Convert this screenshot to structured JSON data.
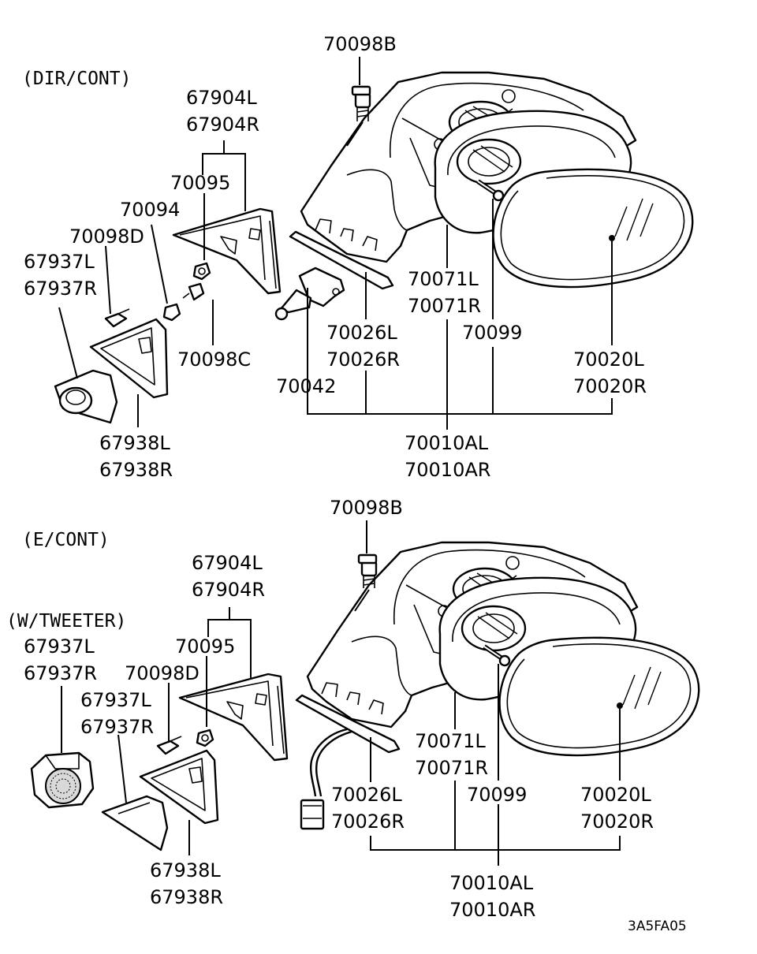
{
  "sections": [
    {
      "heading": "(DIR/CONT)",
      "labels": [
        "70098B",
        "67904L",
        "67904R",
        "70095",
        "70094",
        "70098D",
        "67937L",
        "67937R",
        "70098C",
        "67938L",
        "67938R",
        "70026L",
        "70026R",
        "70042",
        "70071L",
        "70071R",
        "70099",
        "70020L",
        "70020R",
        "70010AL",
        "70010AR"
      ]
    },
    {
      "heading": "(E/CONT)",
      "subheading": "(W/TWEETER)",
      "labels": [
        "70098B",
        "67904L",
        "67904R",
        "70095",
        "67937L",
        "67937R",
        "70098D",
        "67937L",
        "67937R",
        "67938L",
        "67938R",
        "70026L",
        "70026R",
        "70071L",
        "70071R",
        "70099",
        "70020L",
        "70020R",
        "70010AL",
        "70010AR"
      ]
    }
  ],
  "figure_code": "3A5FA05"
}
